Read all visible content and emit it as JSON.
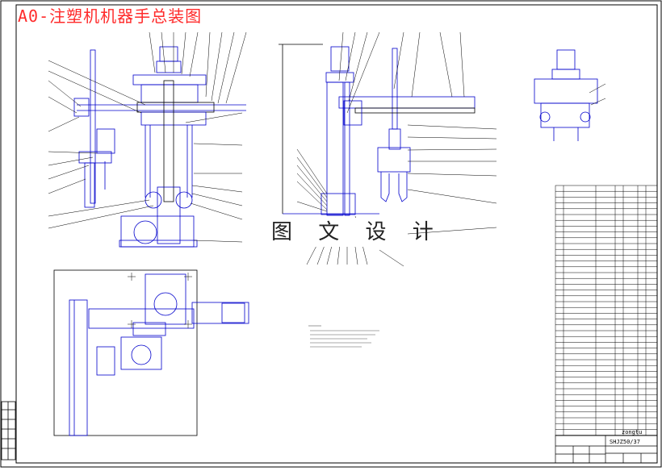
{
  "drawing": {
    "title": "A0-注塑机机器手总装图",
    "watermark": "图 文 设 计",
    "title_block": {
      "author": "zongtu",
      "drawing_no": "SHJZ50/37"
    }
  },
  "colors": {
    "title": "#ff2a2a",
    "line": "#0000cc",
    "ink": "#000000",
    "background": "#ffffff"
  }
}
